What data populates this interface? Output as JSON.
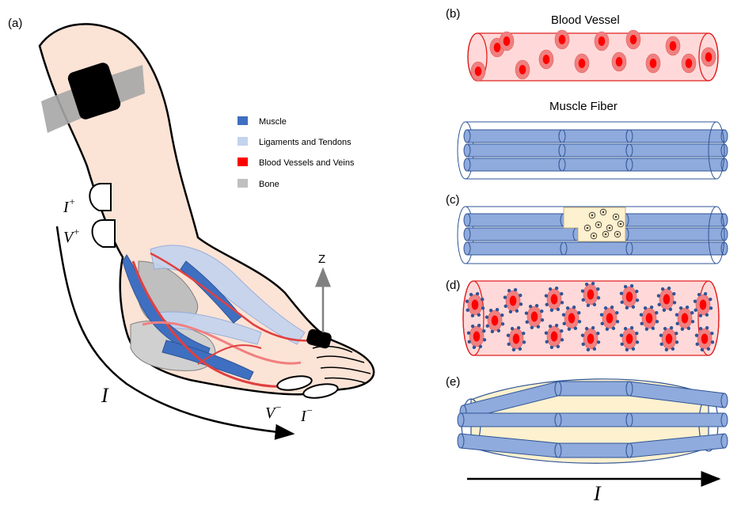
{
  "panels": {
    "a": "(a)",
    "b": "(b)",
    "c": "(c)",
    "d": "(d)",
    "e": "(e)"
  },
  "titles": {
    "blood_vessel": "Blood Vessel",
    "muscle_fiber": "Muscle Fiber"
  },
  "legend": [
    {
      "label": "Muscle",
      "color": "#3f6fc0"
    },
    {
      "label": "Ligaments and Tendons",
      "color": "#c3d3ee"
    },
    {
      "label": "Blood Vessels and Veins",
      "color": "#ff0000"
    },
    {
      "label": "Bone",
      "color": "#bfbfbf"
    }
  ],
  "electrodes": {
    "i_plus": "I",
    "i_plus_sup": "+",
    "v_plus": "V",
    "v_plus_sup": "+",
    "v_minus": "V",
    "v_minus_sup": "−",
    "i_minus": "I",
    "i_minus_sup": "−"
  },
  "axis_z": "Z",
  "current_left": "I",
  "current_right": "I",
  "colors": {
    "skin": "#fbe3d6",
    "muscle": "#8faadc",
    "muscle_stroke": "#2f5597",
    "vessel_fill": "#ffd9d9",
    "vessel_stroke": "#e02020",
    "cell_outer": "#f08080",
    "cell_inner": "#ff0000",
    "fat": "#fdf1cf",
    "protein": "#2f5597"
  }
}
